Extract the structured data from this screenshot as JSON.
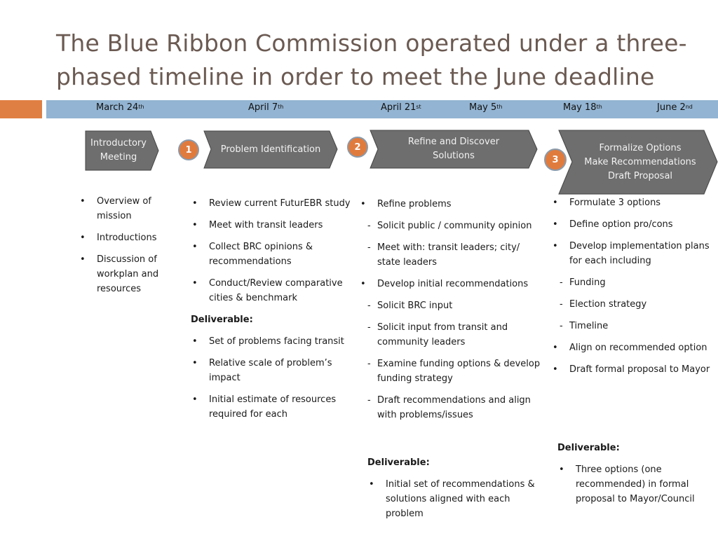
{
  "slide": {
    "title": "The Blue Ribbon Commission operated under a three-phased timeline in order to meet the June deadline",
    "colors": {
      "title": "#6b5a52",
      "accent": "#e07f43",
      "date_bar": "#93b4d2",
      "chevron": "#6e6e6e",
      "badge": "#e07b3e"
    }
  },
  "timeline": {
    "dates": [
      {
        "label": "March 24",
        "sup": "th"
      },
      {
        "label": "April 7",
        "sup": "th"
      },
      {
        "label": "April 21",
        "sup": "st"
      },
      {
        "label": "May 5",
        "sup": "th"
      },
      {
        "label": "May 18",
        "sup": "th"
      },
      {
        "label": "June 2",
        "sup": "nd"
      }
    ]
  },
  "phases": [
    {
      "badge": "",
      "label": "Introductory\nMeeting"
    },
    {
      "badge": "1",
      "label": "Problem Identification"
    },
    {
      "badge": "2",
      "label": "Refine and Discover\nSolutions"
    },
    {
      "badge": "3",
      "label": "Formalize Options\nMake Recommendations\nDraft Proposal"
    }
  ],
  "columns": {
    "intro": {
      "items": [
        {
          "type": "bullet",
          "text": "Overview of mission"
        },
        {
          "type": "bullet",
          "text": "Introductions"
        },
        {
          "type": "bullet",
          "text": "Discussion of workplan and resources"
        }
      ]
    },
    "phase1": {
      "items": [
        {
          "type": "bullet",
          "text": "Review current FuturEBR study"
        },
        {
          "type": "bullet",
          "text": "Meet with transit leaders"
        },
        {
          "type": "bullet",
          "text": "Collect BRC opinions & recommendations"
        },
        {
          "type": "bullet",
          "text": "Conduct/Review comparative cities & benchmark"
        }
      ],
      "deliverable_label": "Deliverable:",
      "deliverables": [
        {
          "type": "bullet",
          "text": "Set of problems facing transit"
        },
        {
          "type": "bullet",
          "text": "Relative scale of problem’s impact"
        },
        {
          "type": "bullet",
          "text": "Initial estimate of resources required for each"
        }
      ]
    },
    "phase2": {
      "items": [
        {
          "type": "bullet",
          "text": "Refine problems"
        },
        {
          "type": "dash",
          "text": "Solicit public / community opinion"
        },
        {
          "type": "dash",
          "text": "Meet with: transit leaders; city/ state leaders"
        },
        {
          "type": "bullet",
          "text": "Develop initial recommendations"
        },
        {
          "type": "dash",
          "text": "Solicit BRC input"
        },
        {
          "type": "dash",
          "text": "Solicit input from transit and community leaders"
        },
        {
          "type": "dash",
          "text": "Examine funding options & develop funding strategy"
        },
        {
          "type": "dash",
          "text": "Draft recommendations and align with problems/issues"
        }
      ],
      "deliverable_label": "Deliverable:",
      "deliverables": [
        {
          "type": "bullet",
          "text": "Initial set of recommendations & solutions aligned with each problem"
        }
      ]
    },
    "phase3": {
      "items": [
        {
          "type": "bullet",
          "text": "Formulate 3 options"
        },
        {
          "type": "bullet",
          "text": "Define option pro/cons"
        },
        {
          "type": "bullet",
          "text": "Develop implementation plans for each including"
        },
        {
          "type": "dash",
          "text": "Funding"
        },
        {
          "type": "dash",
          "text": "Election strategy"
        },
        {
          "type": "dash",
          "text": "Timeline"
        },
        {
          "type": "bullet",
          "text": "Align on recommended option"
        },
        {
          "type": "bullet",
          "text": "Draft formal proposal to Mayor"
        }
      ],
      "deliverable_label": "Deliverable:",
      "deliverables": [
        {
          "type": "bullet",
          "text": "Three options (one recommended) in formal proposal to Mayor/Council"
        }
      ]
    }
  },
  "markers": {
    "bullet": "•",
    "dash": "-"
  }
}
